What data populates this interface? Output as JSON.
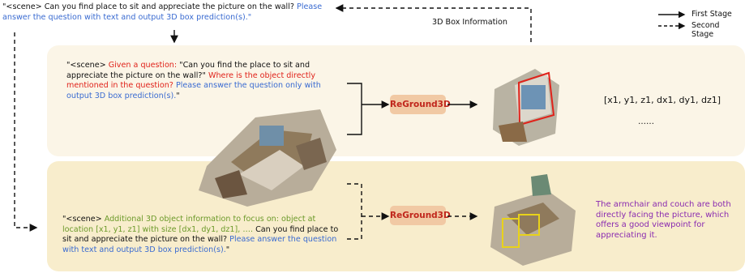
{
  "top_prompt": {
    "prefix": "\"<scene>  Can you find place to sit and appreciate the picture on the wall? ",
    "blue_part": "Please answer the question with text and output 3D box prediction(s).\""
  },
  "box_info_label": "3D Box Information",
  "legend": {
    "first_stage": "First Stage",
    "second_stage": "Second Stage"
  },
  "first_stage": {
    "prompt_intro": "\"<scene> ",
    "prompt_red1": "Given a question: ",
    "prompt_question": "\"Can you find the place to sit and appreciate the picture on the wall?\" ",
    "prompt_red2": "Where is the object directly mentioned in the question? ",
    "prompt_blue": "Please answer the question only with output 3D box prediction(s).",
    "prompt_end": "\"",
    "model_label": "ReGround3D",
    "output_box": "[x1, y1, z1, dx1, dy1, dz1]",
    "output_ellipsis": "……"
  },
  "second_stage": {
    "prompt_intro": "\"<scene> ",
    "prompt_green": "Additional 3D object information to focus on: object at location [x1, y1, z1] with size [dx1, dy1, dz1], …. ",
    "prompt_question": "Can you find place to sit and appreciate the picture on the wall? ",
    "prompt_blue": "Please answer the question with text and output 3D box prediction(s).",
    "prompt_end": "\"",
    "model_label": "ReGround3D",
    "answer": "The armchair and couch are both directly facing the picture, which offers a good viewpoint for appreciating it."
  },
  "colors": {
    "question_red": "#e0231b",
    "instruction_blue": "#3a6bd1",
    "context_green": "#6c9a2a",
    "answer_purple": "#8a2bb0",
    "model_box_fill": "#f1c9a4",
    "panel_first_bg": "#fbf5e7",
    "panel_second_bg": "#f8edcc"
  }
}
